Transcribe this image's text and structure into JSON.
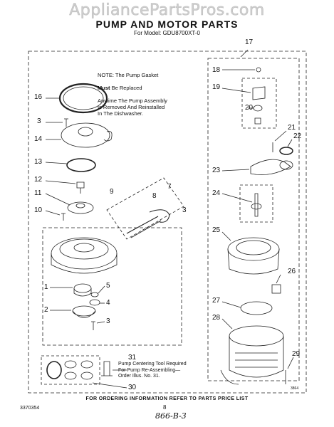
{
  "watermark": "AppliancePartsPros.com",
  "title": "PUMP AND MOTOR PARTS",
  "subtitle": "For Model: GDU8700XT-0",
  "note": {
    "line1": "NOTE: The Pump Gasket",
    "line2_bold": "Must",
    "line2_rest": " Be Replaced",
    "rest": "Anytime The Pump Assembly\nIs Removed And Reinstalled\nIn The Dishwasher."
  },
  "pump_tool_note": "Pump Centering Tool Required\nFor Pump Re-Assembling—\nOrder Illus. No. 31.",
  "footer": "FOR ORDERING INFORMATION REFER TO PARTS PRICE LIST",
  "doc_code": "3370354",
  "page_number": "8",
  "handwritten_note": "866-B-3",
  "corner_stamp": "3864",
  "callouts": [
    "16",
    "3",
    "14",
    "13",
    "12",
    "11",
    "10",
    "9",
    "8",
    "7",
    "3",
    "1",
    "5",
    "4",
    "2",
    "3",
    "31",
    "30",
    "17",
    "18",
    "19",
    "20",
    "21",
    "22",
    "23",
    "24",
    "25",
    "26",
    "27",
    "28",
    "29"
  ]
}
